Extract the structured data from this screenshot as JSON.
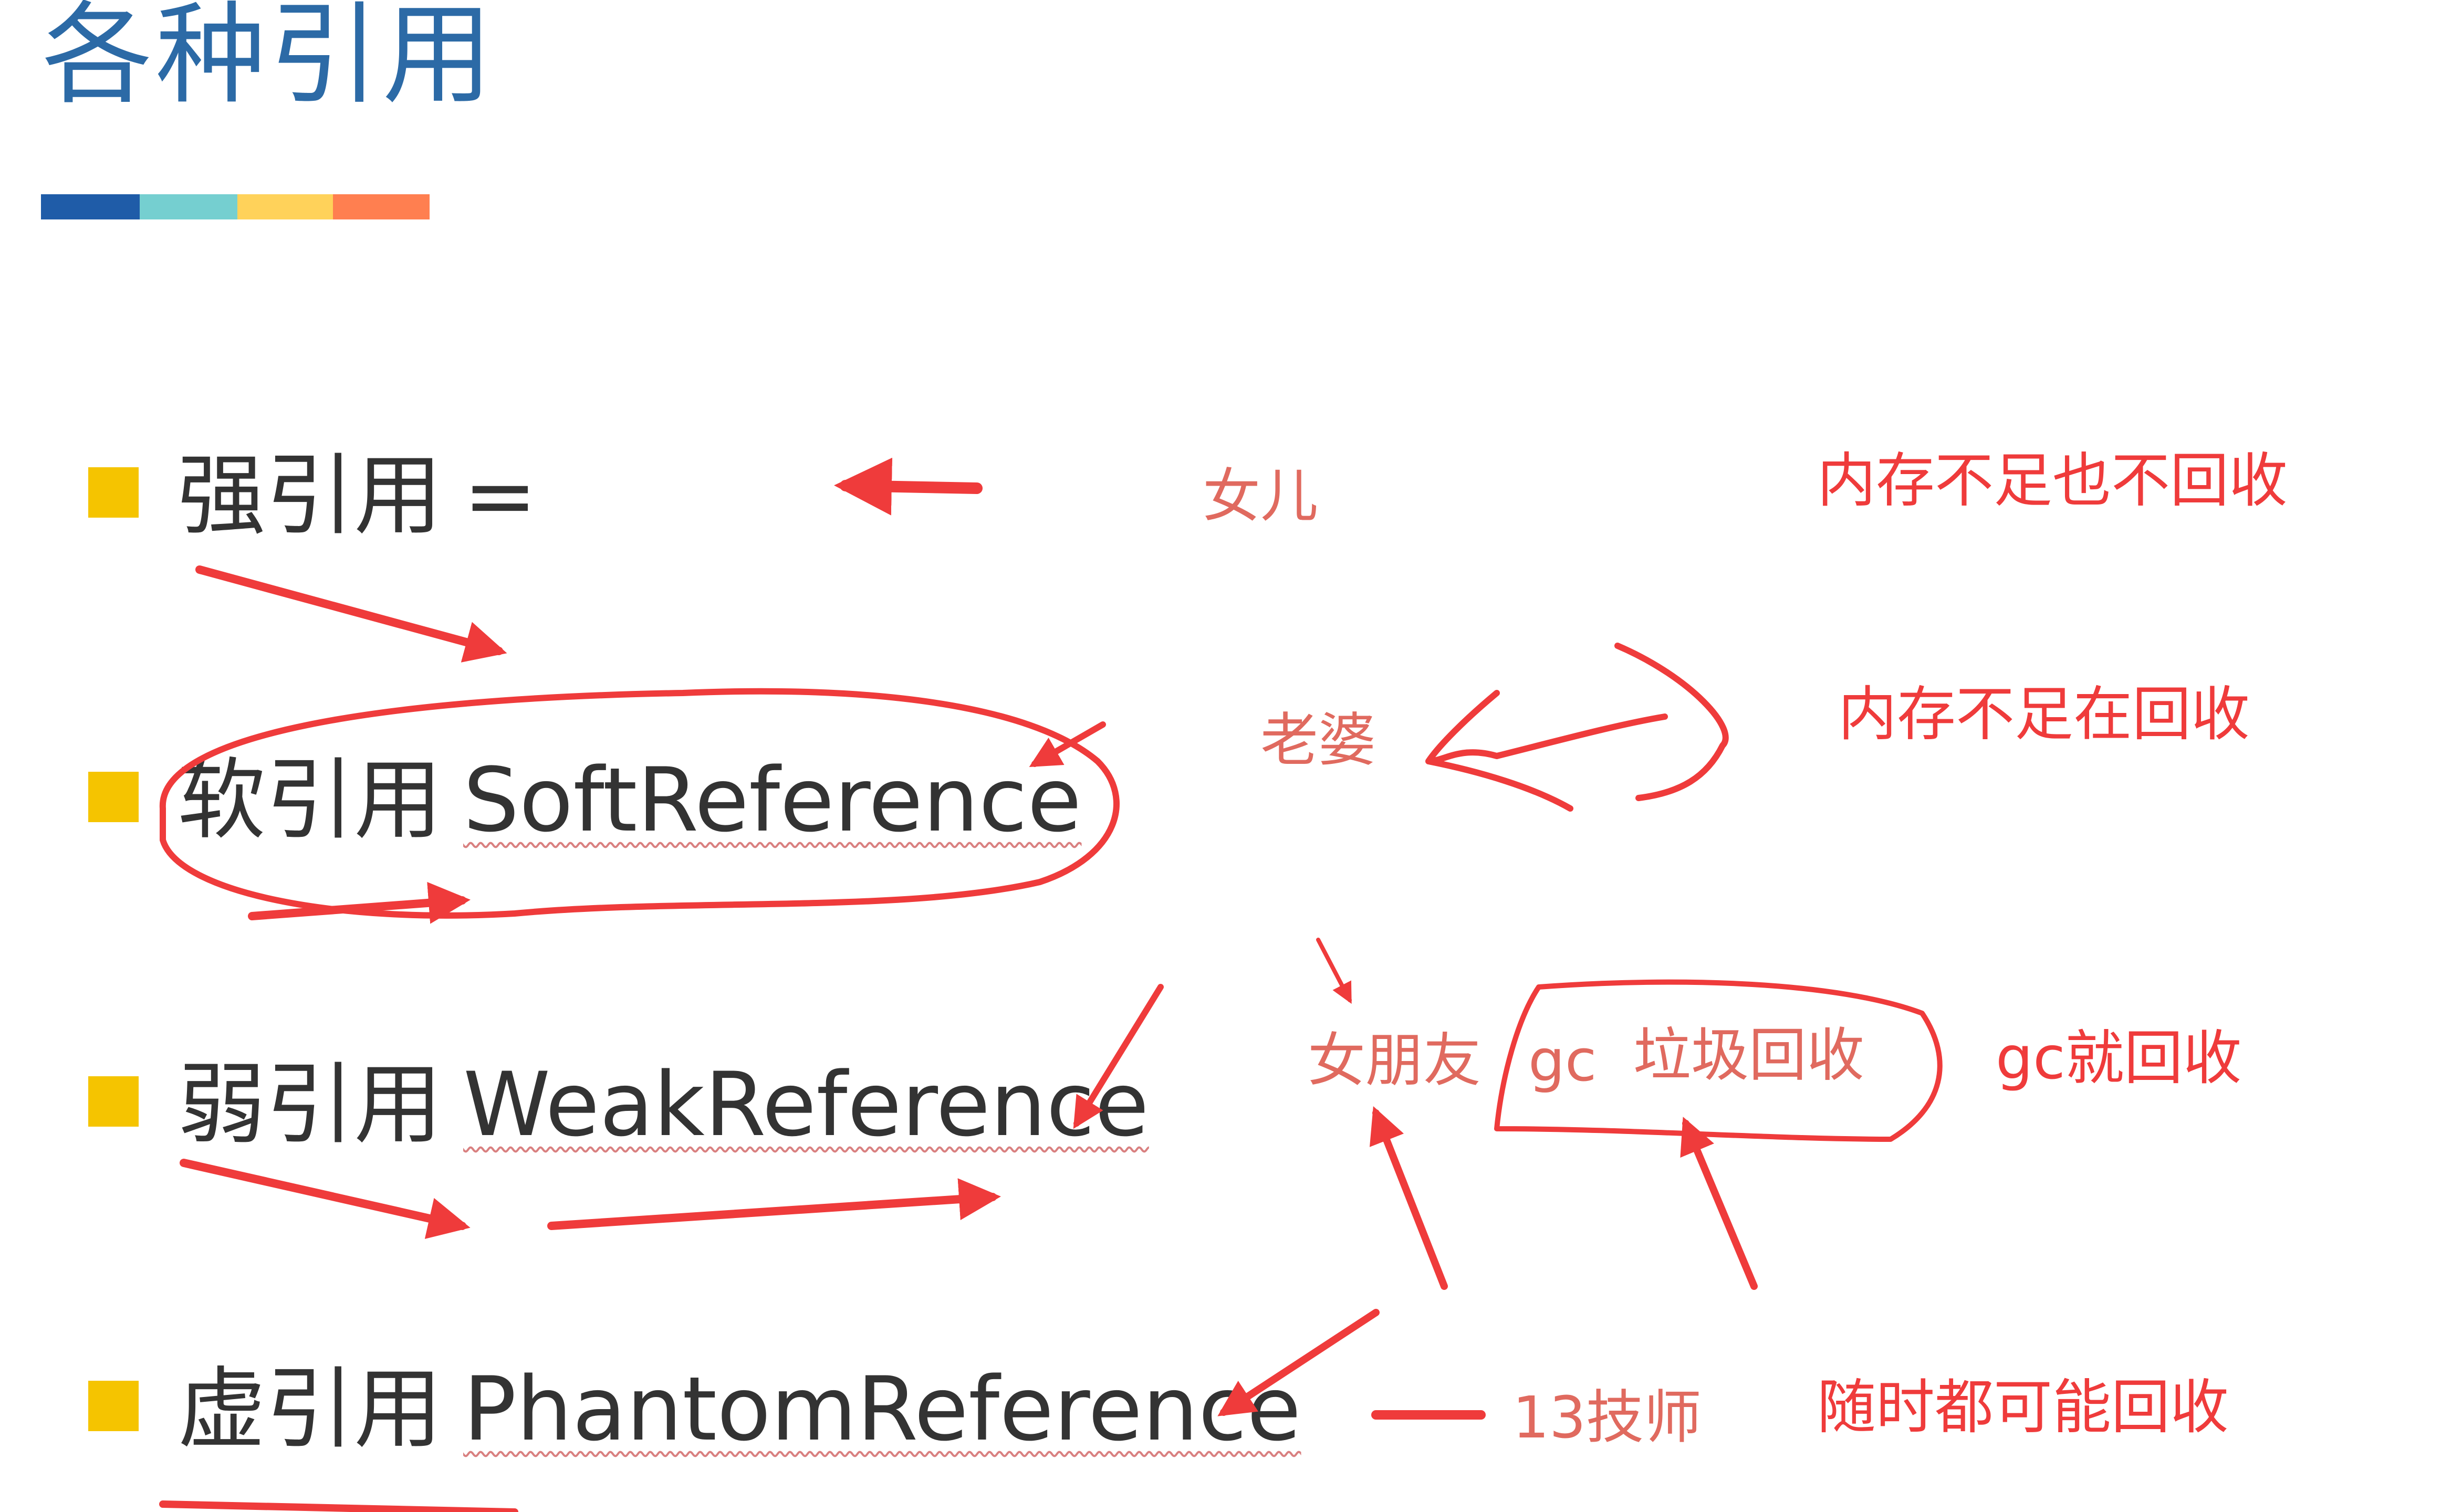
{
  "title": "各种引用",
  "accent_stripe_colors": [
    "#1f5ca8",
    "#75cfd0",
    "#ffd25a",
    "#ff7f50"
  ],
  "bullet_color": "#f5c400",
  "annotation_color": "#ef3b3b",
  "items": [
    {
      "label": "强引用",
      "english": "="
    },
    {
      "label": "软引用",
      "english": "SoftReference"
    },
    {
      "label": "弱引用",
      "english": "WeakReference"
    },
    {
      "label": "虚引用",
      "english": "PhantomReference"
    }
  ],
  "annotations": {
    "daughter": "女儿",
    "wife": "老婆",
    "girlfriend": "女朋友",
    "gc": "gc",
    "garbage_collection": "垃圾回收",
    "technician": "13技师",
    "note_strong": "内存不足也不回收",
    "note_soft": "内存不足在回收",
    "note_weak": "gc就回收",
    "note_phantom": "随时都可能回收"
  }
}
